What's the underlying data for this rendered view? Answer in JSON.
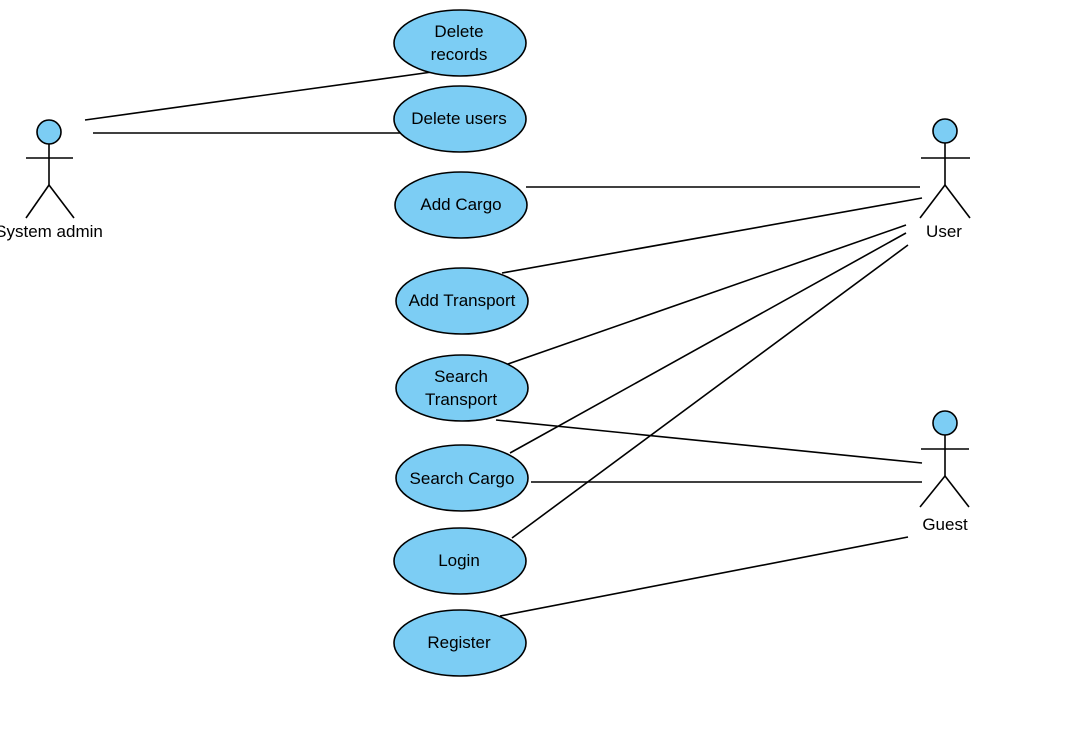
{
  "actors": {
    "system_admin": {
      "name": "System admin"
    },
    "user": {
      "name": "User"
    },
    "guest": {
      "name": "Guest"
    }
  },
  "use_cases": {
    "delete_records": {
      "lines": [
        "Delete",
        "records"
      ]
    },
    "delete_users": {
      "lines": [
        "Delete users"
      ]
    },
    "add_cargo": {
      "lines": [
        "Add Cargo"
      ]
    },
    "add_transport": {
      "lines": [
        "Add Transport"
      ]
    },
    "search_transport": {
      "lines": [
        "Search",
        "Transport"
      ]
    },
    "search_cargo": {
      "lines": [
        "Search Cargo"
      ]
    },
    "login": {
      "lines": [
        "Login"
      ]
    },
    "register": {
      "lines": [
        "Register"
      ]
    }
  },
  "associations": [
    {
      "actor": "system_admin",
      "use_case": "delete_records"
    },
    {
      "actor": "system_admin",
      "use_case": "delete_users"
    },
    {
      "actor": "user",
      "use_case": "add_cargo"
    },
    {
      "actor": "user",
      "use_case": "add_transport"
    },
    {
      "actor": "user",
      "use_case": "search_transport"
    },
    {
      "actor": "user",
      "use_case": "search_cargo"
    },
    {
      "actor": "user",
      "use_case": "login"
    },
    {
      "actor": "guest",
      "use_case": "search_transport"
    },
    {
      "actor": "guest",
      "use_case": "search_cargo"
    },
    {
      "actor": "guest",
      "use_case": "register"
    }
  ],
  "colors": {
    "use_case_fill": "#7ccdf4",
    "actor_head_fill": "#7ccdf4",
    "line": "#000000"
  }
}
